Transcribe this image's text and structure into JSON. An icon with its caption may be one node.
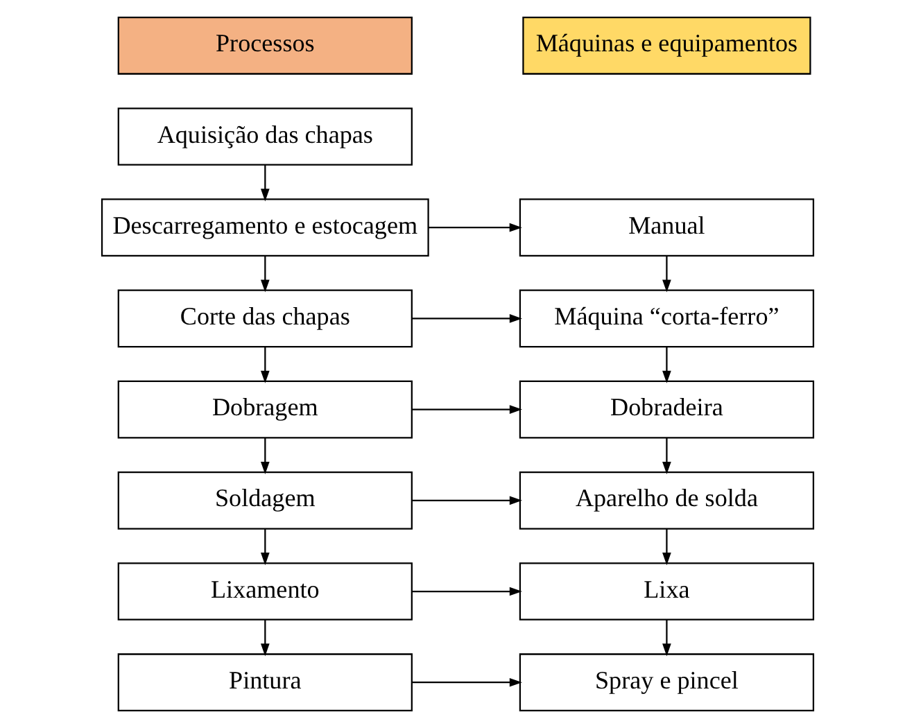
{
  "diagram": {
    "nodes": [
      {
        "text": [
          "Processos"
        ]
      },
      {
        "text": [
          "Máquinas e equipamentos"
        ]
      },
      {
        "text": [
          "Aquisição das chapas"
        ]
      },
      {
        "text": [
          "Descarregamento e estocagem"
        ]
      },
      {
        "text": [
          "Corte das chapas"
        ]
      },
      {
        "text": [
          "Dobragem"
        ]
      },
      {
        "text": [
          "Soldagem"
        ]
      },
      {
        "text": [
          "Lixamento"
        ]
      },
      {
        "text": [
          "Pintura"
        ]
      },
      {
        "text": [
          "Manual"
        ]
      },
      {
        "text": [
          "Máquina “corta-ferro”"
        ]
      },
      {
        "text": [
          "Dobradeira"
        ]
      },
      {
        "text": [
          "Aparelho de solda"
        ]
      },
      {
        "text": [
          "Lixa"
        ]
      },
      {
        "text": [
          "Spray e pincel"
        ]
      }
    ],
    "edges": [
      {
        "from": 2,
        "to": 3,
        "arrow": "to"
      },
      {
        "from": 3,
        "to": 4,
        "arrow": "to"
      },
      {
        "from": 4,
        "to": 5,
        "arrow": "to"
      },
      {
        "from": 5,
        "to": 6,
        "arrow": "to"
      },
      {
        "from": 6,
        "to": 7,
        "arrow": "to"
      },
      {
        "from": 7,
        "to": 8,
        "arrow": "to"
      },
      {
        "from": 3,
        "to": 9,
        "arrow": "to"
      },
      {
        "from": 4,
        "to": 10,
        "arrow": "to"
      },
      {
        "from": 5,
        "to": 11,
        "arrow": "to"
      },
      {
        "from": 6,
        "to": 12,
        "arrow": "to"
      },
      {
        "from": 7,
        "to": 13,
        "arrow": "to"
      },
      {
        "from": 8,
        "to": 14,
        "arrow": "to"
      },
      {
        "from": 9,
        "to": 10,
        "arrow": "to"
      },
      {
        "from": 10,
        "to": 11,
        "arrow": "to"
      },
      {
        "from": 11,
        "to": 12,
        "arrow": "to"
      },
      {
        "from": 12,
        "to": 13,
        "arrow": "to"
      },
      {
        "from": 13,
        "to": 14,
        "arrow": "to"
      }
    ]
  }
}
